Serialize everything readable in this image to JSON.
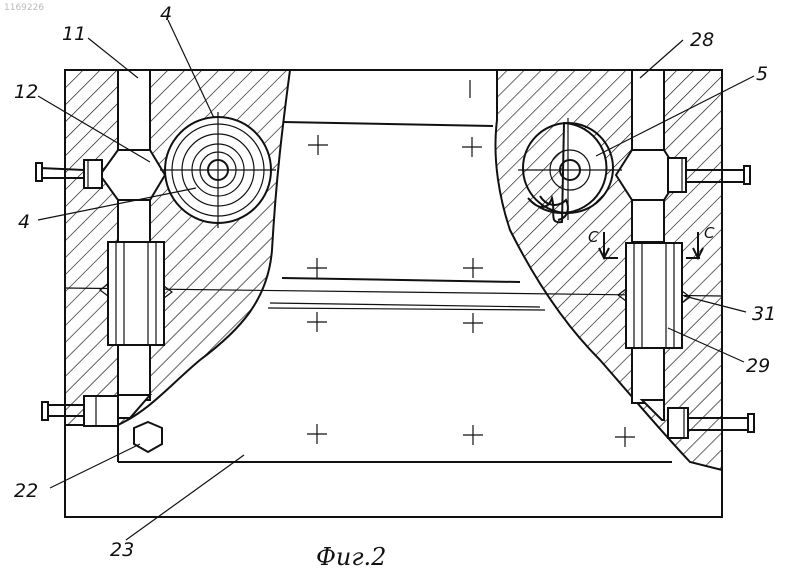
{
  "stamp": "1169226",
  "caption": "Фиг.2",
  "labels": {
    "l11": "11",
    "l4_top": "4",
    "l28": "28",
    "l12": "12",
    "l5": "5",
    "l4_left": "4",
    "lC_left": "C",
    "lC_right": "C",
    "l31": "31",
    "l29": "29",
    "l22": "22",
    "l23": "23"
  },
  "colors": {
    "ink": "#111111",
    "paper": "#ffffff",
    "stamp": "#bbbbbb"
  }
}
